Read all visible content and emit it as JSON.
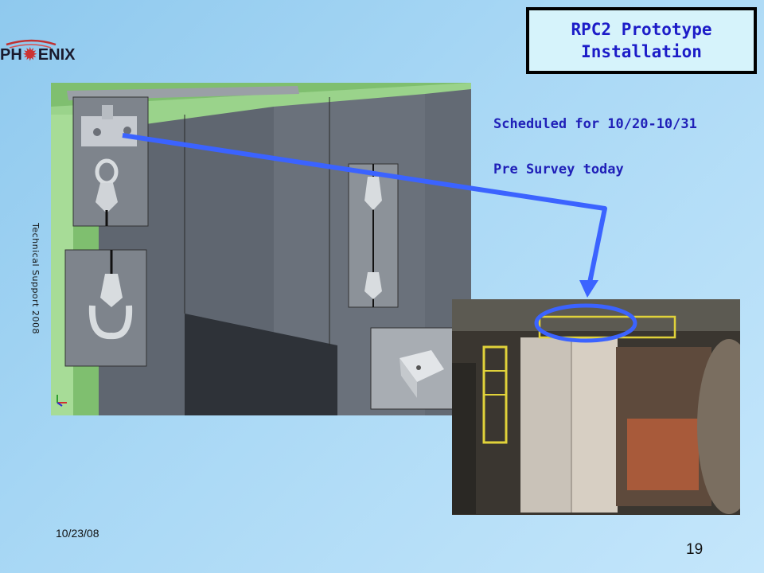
{
  "logo": {
    "left": "PH",
    "right": "ENIX"
  },
  "title": {
    "line1": "RPC2 Prototype",
    "line2": "Installation"
  },
  "side_label": "Technical Support 2008",
  "notes": {
    "schedule": "Scheduled for 10/20-10/31",
    "survey": "Pre Survey today"
  },
  "footer": {
    "date": "10/23/08",
    "page": "19"
  },
  "colors": {
    "title_text": "#1c1cc8",
    "body_text": "#2020b8",
    "arrow": "#3b63ff",
    "title_bg": "#d6f3fb"
  }
}
